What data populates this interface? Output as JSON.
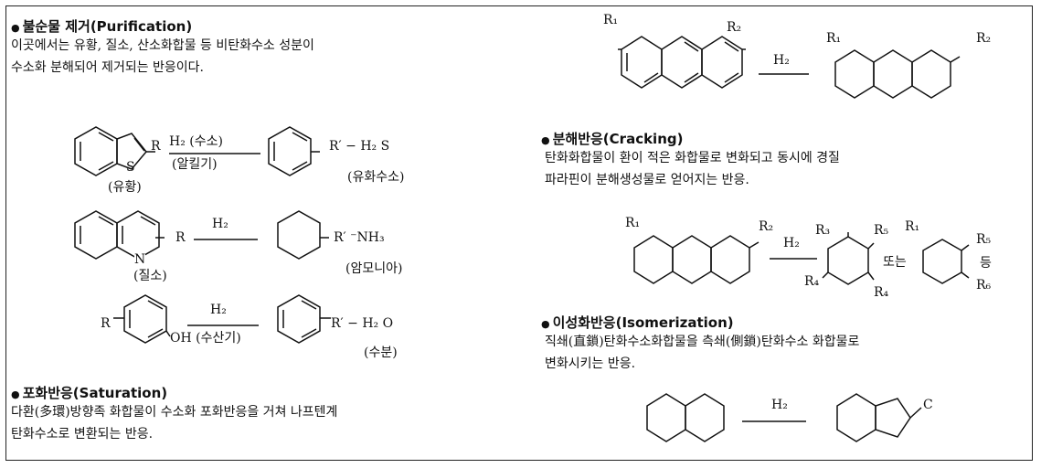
{
  "sections": {
    "purification": {
      "bullet": "●",
      "title": "불순물 제거(Purification)",
      "lines": [
        "이곳에서는 유황, 질소, 산소화합물 등 비탄화수소 성분이",
        "수소화 분해되어 제거되는 반응이다."
      ]
    },
    "saturation": {
      "bullet": "●",
      "title": "포화반응(Saturation)",
      "lines": [
        "다환(多環)방향족 화합물이 수소화 포화반응을 거쳐 나프텐계",
        "탄화수소로 변환되는 반응."
      ]
    },
    "cracking": {
      "bullet": "●",
      "title": "분해반응(Cracking)",
      "lines": [
        "탄화화합물이 환이 적은 화합물로 변화되고 동시에 경질",
        "파라핀이 분해생성물로 얻어지는 반응."
      ]
    },
    "isomerization": {
      "bullet": "●",
      "title": "이성화반응(Isomerization)",
      "lines": [
        "직쇄(直鎖)탄화수소화합물을 측쇄(側鎖)탄화수소 화합물로",
        "변화시키는 반응."
      ]
    }
  },
  "labels": {
    "R": "R",
    "R_prime": "R′",
    "R1": "R₁",
    "R2": "R₂",
    "R3": "R₃",
    "R4": "R₄",
    "R5": "R₅",
    "R6": "R₆",
    "S": "S",
    "N": "N",
    "OH": "OH",
    "C": "C",
    "H2": "H₂",
    "h2_hydrogen": "H₂ (수소)",
    "alkyl_group": "(알킬기)",
    "sulfur": "(유황)",
    "h2s": "R′ − H₂ S",
    "hydrogen_sulfide": "(유화수소)",
    "nitrogen": "(질소)",
    "nh3": "R′ ⁻NH₃",
    "ammonia": "(암모니아)",
    "hydroxyl": "OH (수산기)",
    "h2o": "R′ − H₂ O",
    "water": "(수분)",
    "or": "또는",
    "etc": "등"
  }
}
